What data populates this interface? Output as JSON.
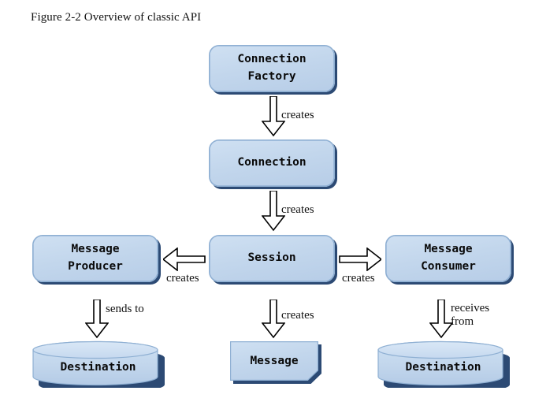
{
  "figure": {
    "caption": "Figure 2-2 Overview of classic API"
  },
  "colors": {
    "node_fill_light": "#cfe0f2",
    "node_fill_dark": "#b7cde7",
    "node_border": "#8fb0d3",
    "node_shadow": "#2c4a74",
    "arrow_stroke": "#000000",
    "arrow_fill": "#ffffff",
    "text": "#0a0a0a",
    "background": "#ffffff"
  },
  "nodes": {
    "connection_factory": {
      "label": "Connection\nFactory",
      "shape": "rounded-rectangle"
    },
    "connection": {
      "label": "Connection",
      "shape": "rounded-rectangle"
    },
    "session": {
      "label": "Session",
      "shape": "rounded-rectangle"
    },
    "message_producer": {
      "label": "Message\nProducer",
      "shape": "rounded-rectangle"
    },
    "message_consumer": {
      "label": "Message\nConsumer",
      "shape": "rounded-rectangle"
    },
    "message": {
      "label": "Message",
      "shape": "clipped-rectangle"
    },
    "destination_left": {
      "label": "Destination",
      "shape": "cylinder"
    },
    "destination_right": {
      "label": "Destination",
      "shape": "cylinder"
    }
  },
  "edges": {
    "factory_to_connection": {
      "label": "creates",
      "direction": "down"
    },
    "connection_to_session": {
      "label": "creates",
      "direction": "down"
    },
    "session_to_producer": {
      "label": "creates",
      "direction": "left"
    },
    "session_to_consumer": {
      "label": "creates",
      "direction": "right"
    },
    "session_to_message": {
      "label": "creates",
      "direction": "down"
    },
    "producer_to_destination": {
      "label": "sends to",
      "direction": "down"
    },
    "consumer_to_destination": {
      "label": "receives\nfrom",
      "direction": "down"
    }
  }
}
